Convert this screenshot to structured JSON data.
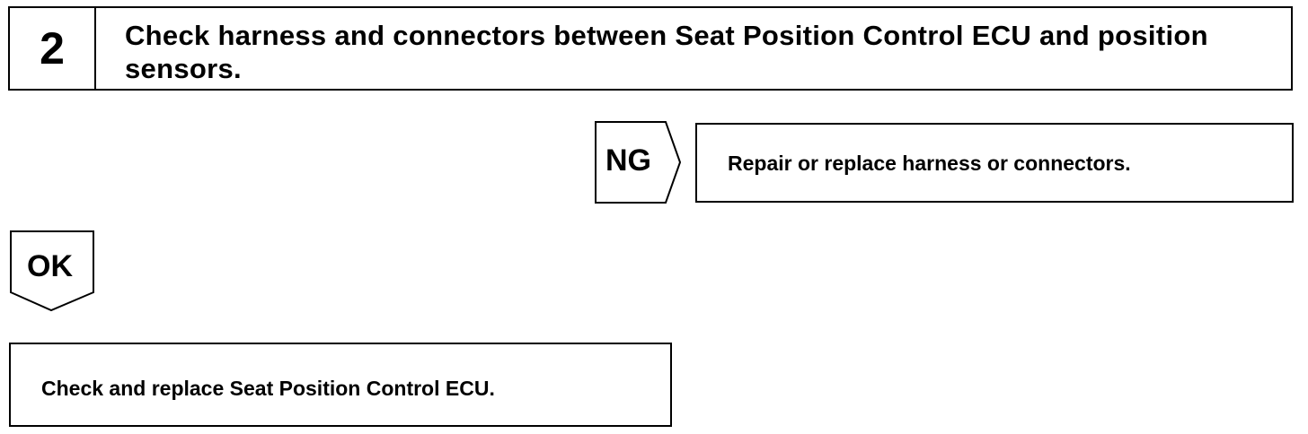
{
  "step": {
    "number": "2",
    "title": "Check harness and connectors between Seat Position Control ECU and position sensors."
  },
  "ng": {
    "label": "NG",
    "action": "Repair or replace harness or connectors."
  },
  "ok": {
    "label": "OK",
    "action": "Check and replace Seat Position Control ECU."
  }
}
